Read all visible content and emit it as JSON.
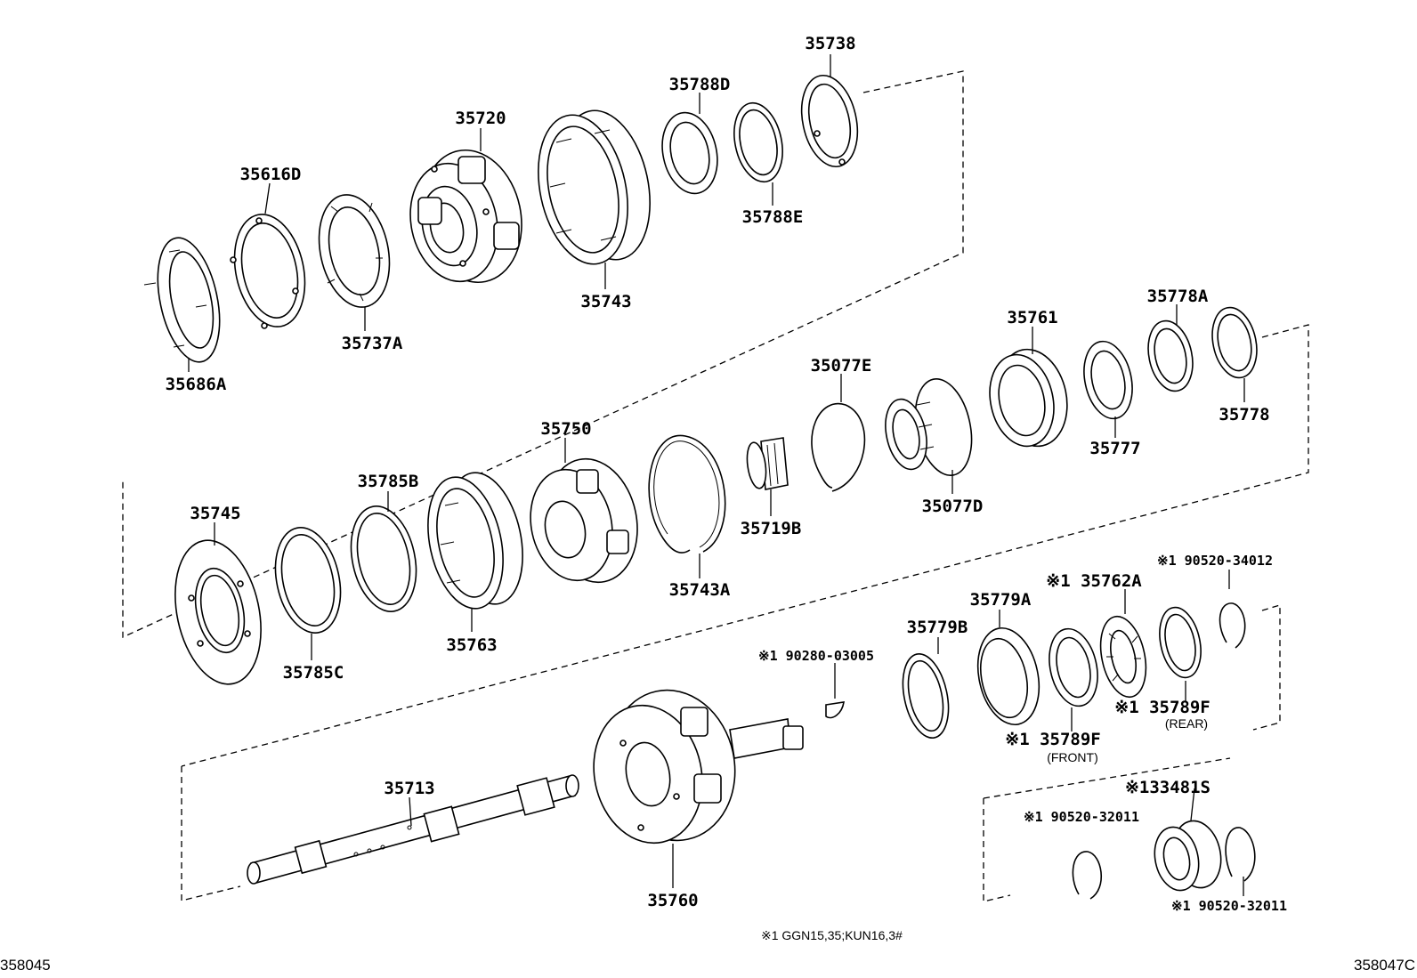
{
  "parts": {
    "p35738": "35738",
    "p35788D": "35788D",
    "p35720": "35720",
    "p35616D": "35616D",
    "p35788E": "35788E",
    "p35743": "35743",
    "p35737A": "35737A",
    "p35686A": "35686A",
    "p35778A": "35778A",
    "p35761": "35761",
    "p35077E": "35077E",
    "p35778": "35778",
    "p35777": "35777",
    "p35750": "35750",
    "p35785B": "35785B",
    "p35745": "35745",
    "p35719B": "35719B",
    "p35077D": "35077D",
    "p35743A": "35743A",
    "p35763": "35763",
    "p35785C": "35785C",
    "p90520_34012": "※1 90520-34012",
    "p35762A": "※1 35762A",
    "p35779A": "35779A",
    "p35779B": "35779B",
    "p90280_03005": "※1 90280-03005",
    "p35789F_rear": "※1 35789F",
    "rear": "(REAR)",
    "p35789F_front": "※1 35789F",
    "front": "(FRONT)",
    "p33481S": "※133481S",
    "p90520_32011_a": "※1 90520-32011",
    "p90520_32011_b": "※1 90520-32011",
    "p35713": "35713",
    "p35760": "35760"
  },
  "footnote": "※1   GGN15,35;KUN16,3#",
  "corner_left": "358045",
  "corner_right": "358047C"
}
